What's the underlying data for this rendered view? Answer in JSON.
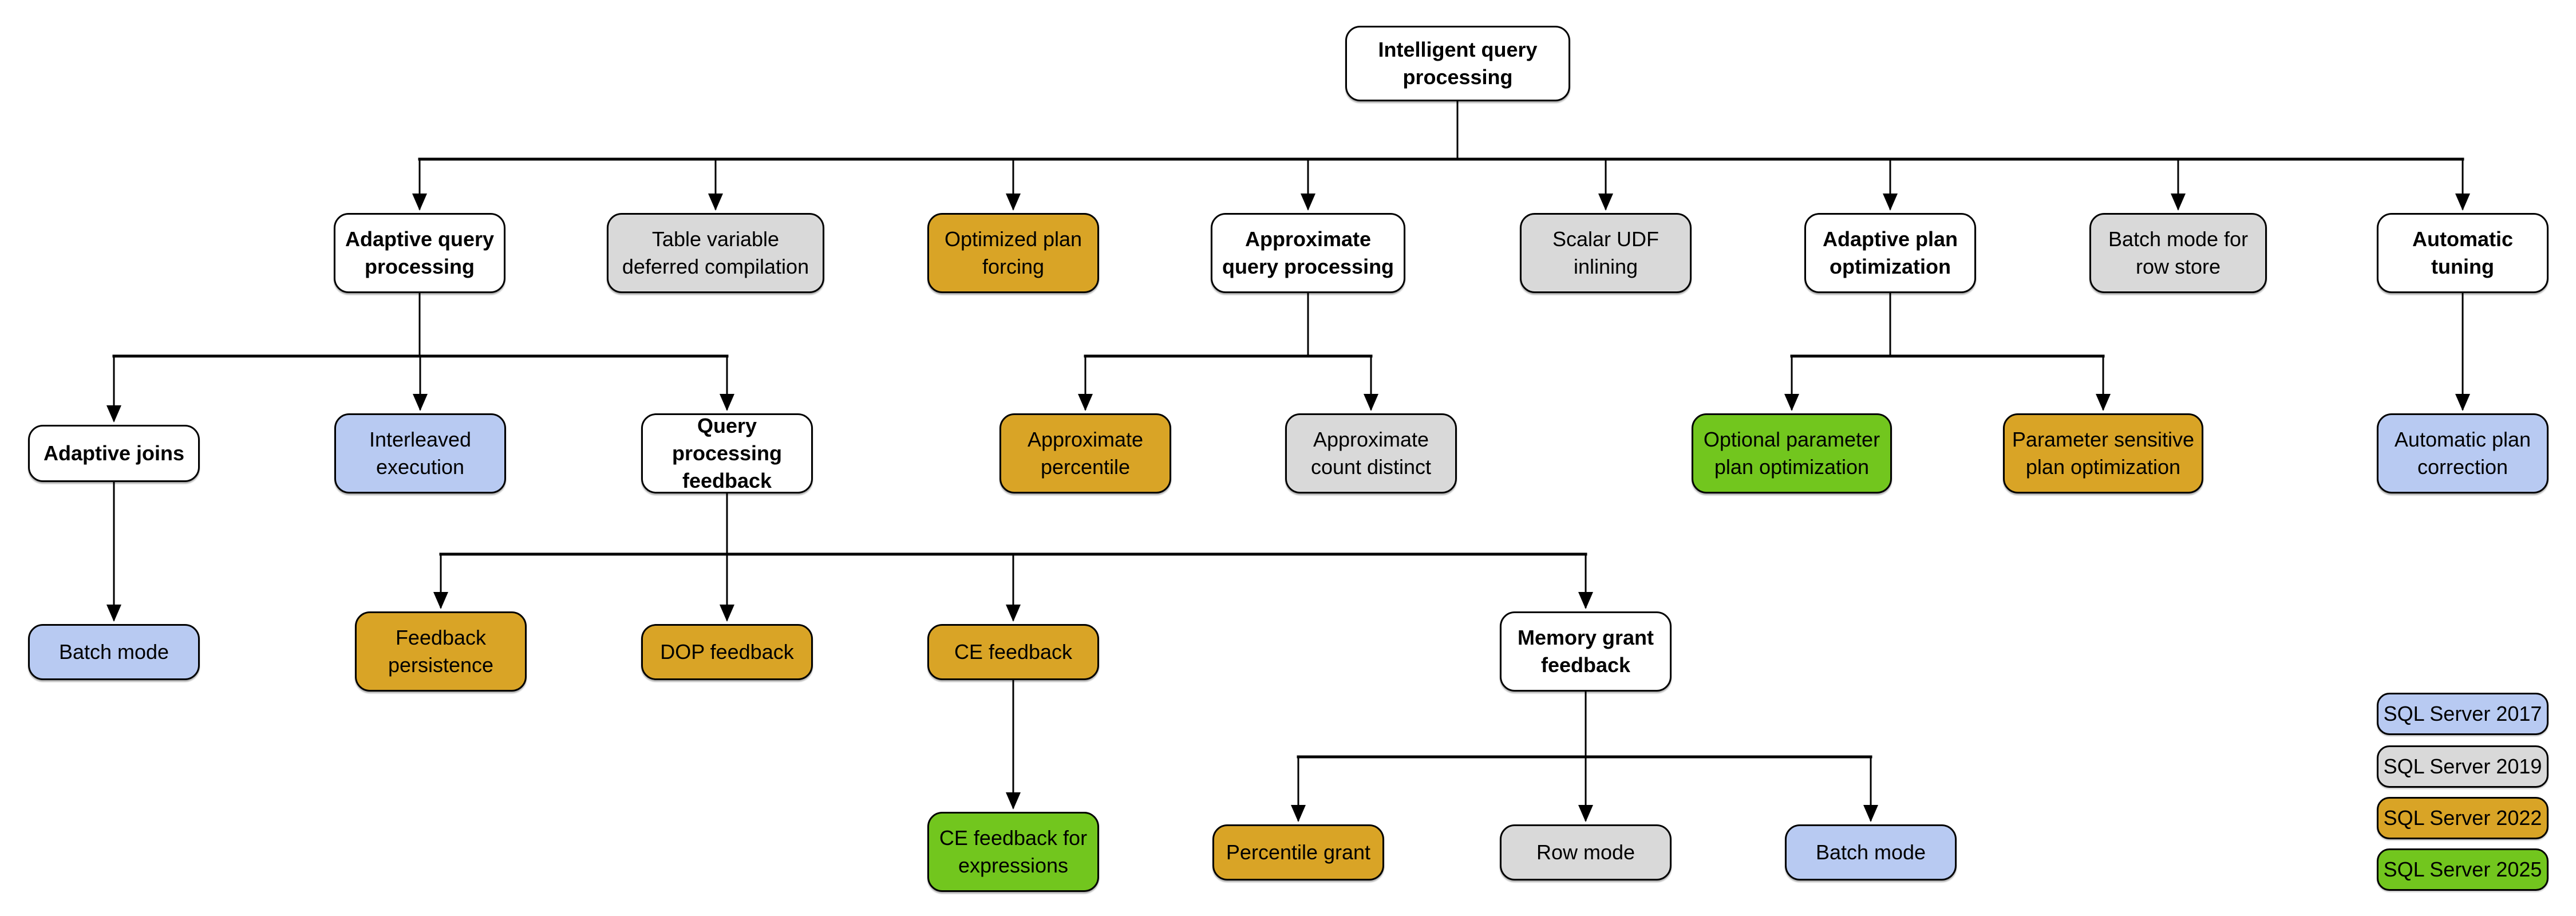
{
  "palette": {
    "white": "#ffffff",
    "sql2017": "#b8caf2",
    "sql2019": "#d9d9d9",
    "sql2022": "#d9a426",
    "sql2025": "#72c61e",
    "line": "#000000"
  },
  "nodes": [
    {
      "id": "intelligent-query-processing",
      "label": "Intelligent query\nprocessing",
      "version": "white"
    },
    {
      "id": "adaptive-query-processing",
      "label": "Adaptive query\nprocessing",
      "version": "white"
    },
    {
      "id": "table-variable-deferred-compilation",
      "label": "Table variable\ndeferred compilation",
      "version": "sql2019"
    },
    {
      "id": "optimized-plan-forcing",
      "label": "Optimized plan\nforcing",
      "version": "sql2022"
    },
    {
      "id": "approximate-query-processing",
      "label": "Approximate\nquery processing",
      "version": "white"
    },
    {
      "id": "scalar-udf-inlining",
      "label": "Scalar UDF\ninlining",
      "version": "sql2019"
    },
    {
      "id": "adaptive-plan-optimization",
      "label": "Adaptive plan\noptimization",
      "version": "white"
    },
    {
      "id": "batch-mode-for-row-store",
      "label": "Batch mode for\nrow store",
      "version": "sql2019"
    },
    {
      "id": "automatic-tuning",
      "label": "Automatic\ntuning",
      "version": "white"
    },
    {
      "id": "adaptive-joins",
      "label": "Adaptive joins",
      "version": "white"
    },
    {
      "id": "interleaved-execution",
      "label": "Interleaved\nexecution",
      "version": "sql2017"
    },
    {
      "id": "query-processing-feedback",
      "label": "Query processing\nfeedback",
      "version": "white"
    },
    {
      "id": "approximate-percentile",
      "label": "Approximate\npercentile",
      "version": "sql2022"
    },
    {
      "id": "approximate-count-distinct",
      "label": "Approximate\ncount distinct",
      "version": "sql2019"
    },
    {
      "id": "optional-parameter-plan-optimization",
      "label": "Optional parameter\nplan optimization",
      "version": "sql2025"
    },
    {
      "id": "parameter-sensitive-plan-optimization",
      "label": "Parameter sensitive\nplan optimization",
      "version": "sql2022"
    },
    {
      "id": "automatic-plan-correction",
      "label": "Automatic plan\ncorrection",
      "version": "sql2017"
    },
    {
      "id": "batch-mode-adaptive-joins",
      "label": "Batch mode",
      "version": "sql2017"
    },
    {
      "id": "feedback-persistence",
      "label": "Feedback\npersistence",
      "version": "sql2022"
    },
    {
      "id": "dop-feedback",
      "label": "DOP feedback",
      "version": "sql2022"
    },
    {
      "id": "ce-feedback",
      "label": "CE feedback",
      "version": "sql2022"
    },
    {
      "id": "memory-grant-feedback",
      "label": "Memory grant\nfeedback",
      "version": "white"
    },
    {
      "id": "ce-feedback-for-expressions",
      "label": "CE feedback for\nexpressions",
      "version": "sql2025"
    },
    {
      "id": "percentile-grant",
      "label": "Percentile grant",
      "version": "sql2022"
    },
    {
      "id": "row-mode",
      "label": "Row mode",
      "version": "sql2019"
    },
    {
      "id": "batch-mode-memory-grant",
      "label": "Batch mode",
      "version": "sql2017"
    }
  ],
  "legend": [
    {
      "label": "SQL Server 2017",
      "version": "sql2017"
    },
    {
      "label": "SQL Server 2019",
      "version": "sql2019"
    },
    {
      "label": "SQL Server 2022",
      "version": "sql2022"
    },
    {
      "label": "SQL Server 2025",
      "version": "sql2025"
    }
  ]
}
